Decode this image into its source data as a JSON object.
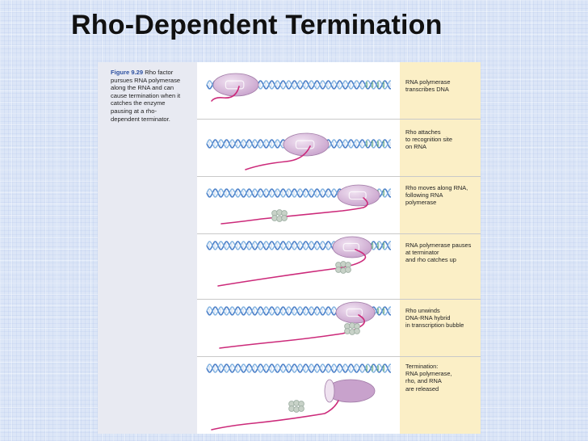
{
  "slide": {
    "title": "Rho-Dependent Termination"
  },
  "figure": {
    "label": "Figure 9.29",
    "caption_lines": [
      "Rho factor",
      "pursues RNA polymerase",
      "along the RNA and can",
      "cause termination when it",
      "catches the enzyme",
      "pausing at a rho-",
      "dependent terminator."
    ],
    "steps": [
      {
        "lines": [
          "RNA polymerase",
          "transcribes DNA"
        ]
      },
      {
        "lines": [
          "Rho attaches",
          "to recognition site",
          "on RNA"
        ]
      },
      {
        "lines": [
          "Rho moves along RNA,",
          "following RNA",
          "polymerase"
        ]
      },
      {
        "lines": [
          "RNA polymerase pauses",
          "at terminator",
          "and rho catches up"
        ]
      },
      {
        "lines": [
          "Rho unwinds",
          "DNA-RNA hybrid",
          "in transcription bubble"
        ]
      },
      {
        "lines": [
          "Termination:",
          "RNA polymerase,",
          "rho, and RNA",
          "are released"
        ]
      }
    ]
  },
  "colors": {
    "dna_strand": "#4a7fc8",
    "rna": "#cc2a7a",
    "polymerase": "#c8a2cc",
    "rho": "#9fb0a4",
    "note_bg": "#fbefc6"
  }
}
